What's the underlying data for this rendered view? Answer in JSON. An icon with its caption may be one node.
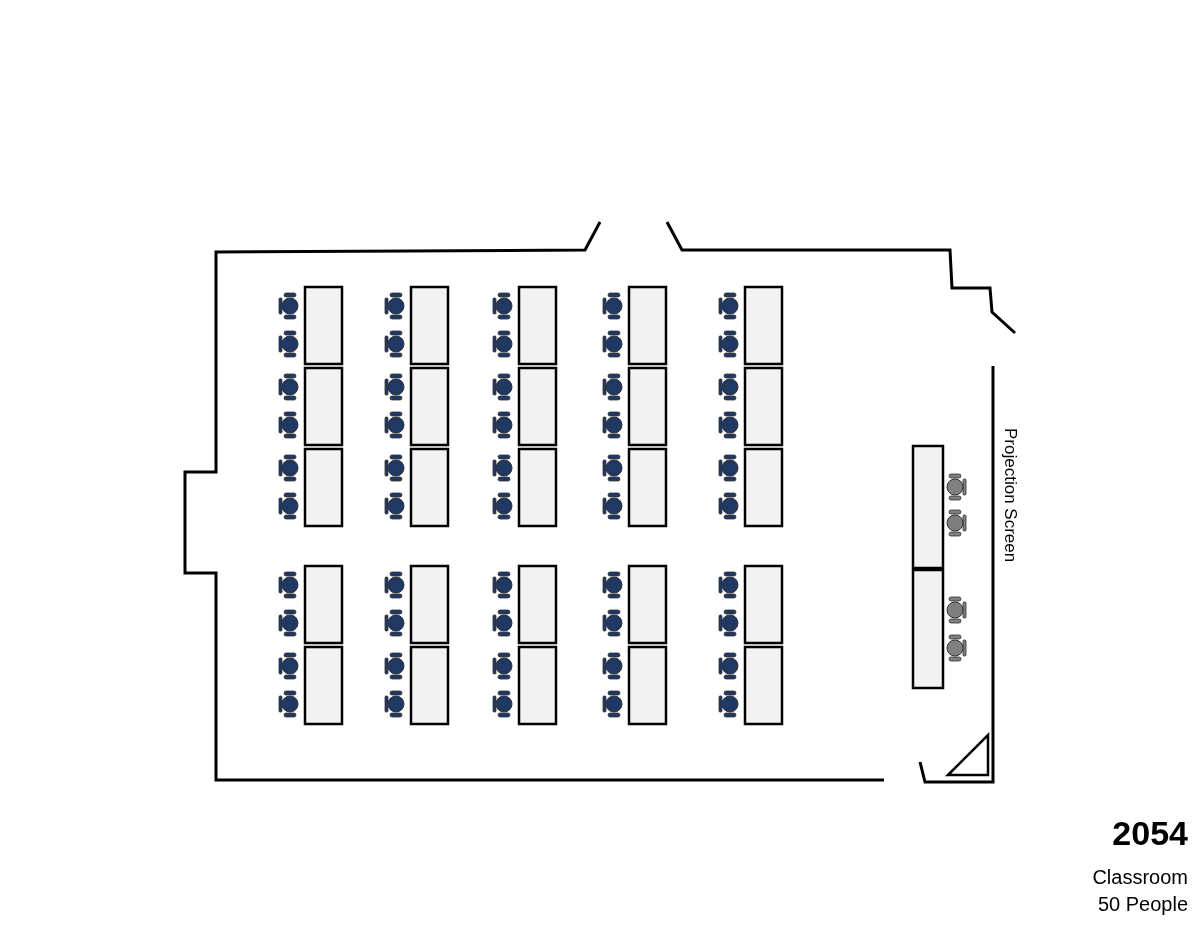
{
  "diagram": {
    "labels": [
      "Projection Screen",
      "2054",
      "Classroom",
      "50 People"
    ]
  }
}
